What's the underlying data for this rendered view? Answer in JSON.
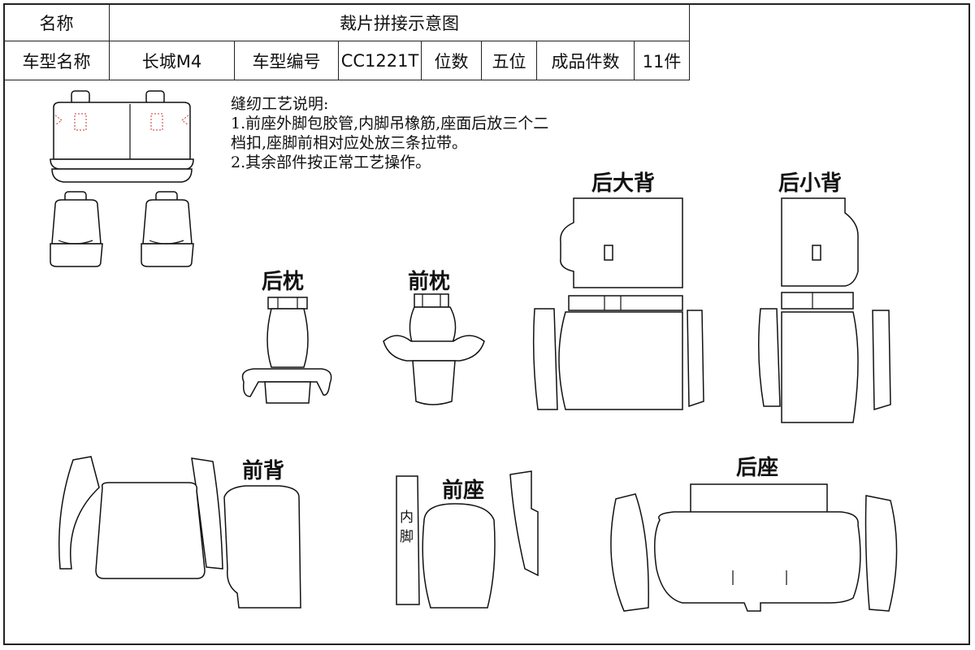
{
  "header": {
    "name_label": "名称",
    "doc_title": "裁片拼接示意图",
    "model_name_label": "车型名称",
    "model_name": "长城M4",
    "model_code_label": "车型编号",
    "model_code": "CC1221T",
    "seat_count_label": "位数",
    "seat_count": "五位",
    "piece_count_label": "成品件数",
    "piece_count": "11件"
  },
  "notes": {
    "heading": "缝纫工艺说明:",
    "line1": "1.前座外脚包胶管,内脚吊橡筋,座面后放三个二",
    "line2": "档扣,座脚前相对应处放三条拉带。",
    "line3": "2.其余部件按正常工艺操作。"
  },
  "labels": {
    "rear_big_back": "后大背",
    "rear_small_back": "后小背",
    "rear_headrest": "后枕",
    "front_headrest": "前枕",
    "front_back": "前背",
    "front_seat": "前座",
    "inner_leg": "内脚",
    "rear_seat": "后座"
  },
  "colors": {
    "line": "#111111",
    "stitch_mark": "#cc3333"
  }
}
